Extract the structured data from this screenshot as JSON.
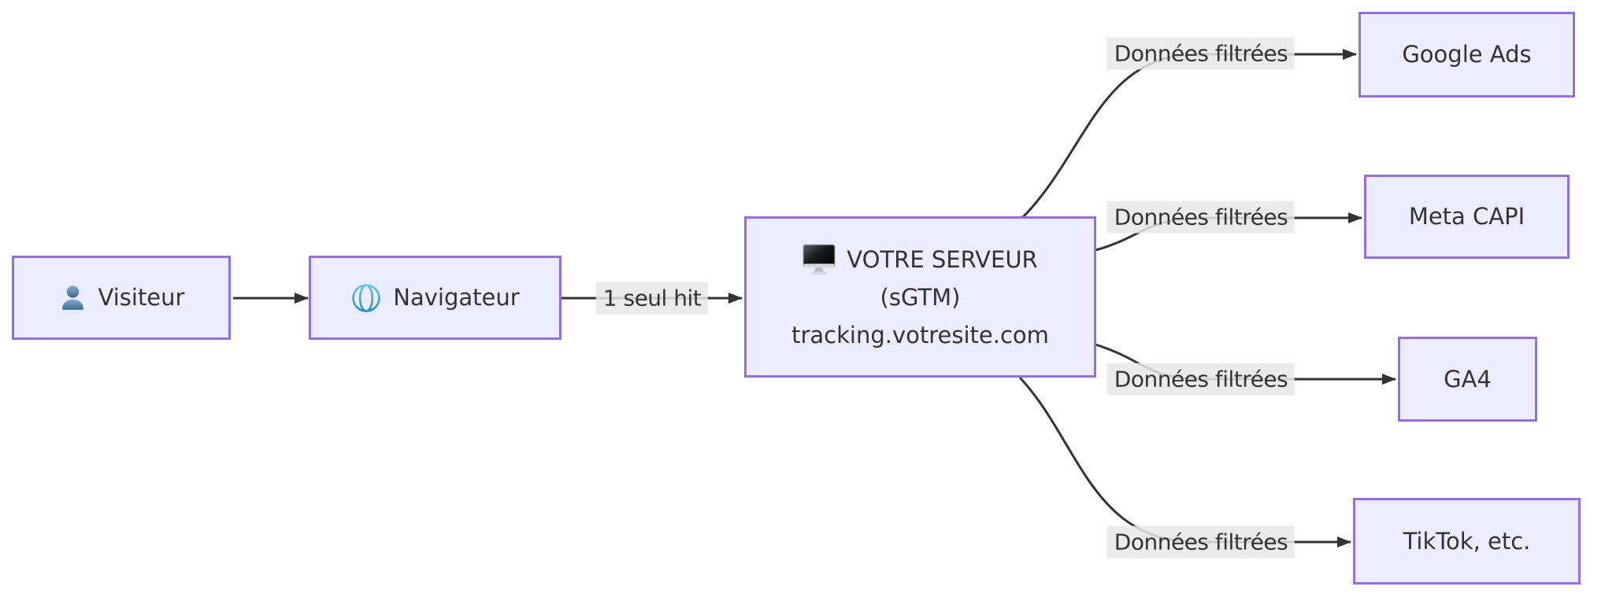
{
  "diagram": {
    "type": "flowchart-left-to-right",
    "colors": {
      "background": "#FFFFFF",
      "node_fill": "#ECECFF",
      "node_border": "#9370DB",
      "text": "#333333",
      "edge": "#333333",
      "edge_label_bg": "#E8E8E8"
    },
    "nodes": {
      "visiteur": {
        "label": "Visiteur",
        "icon": "user-icon"
      },
      "navigateur": {
        "label": "Navigateur",
        "icon": "globe-icon"
      },
      "serveur": {
        "icon": "desktop-icon",
        "line1": "VOTRE SERVEUR",
        "line2": "(sGTM)",
        "line3": "tracking.votresite.com"
      },
      "google_ads": {
        "label": "Google Ads"
      },
      "meta_capi": {
        "label": "Meta CAPI"
      },
      "ga4": {
        "label": "GA4"
      },
      "tiktok": {
        "label": "TikTok, etc."
      }
    },
    "edges": [
      {
        "from": "visiteur",
        "to": "navigateur",
        "label": ""
      },
      {
        "from": "navigateur",
        "to": "serveur",
        "label": "1 seul hit"
      },
      {
        "from": "serveur",
        "to": "google_ads",
        "label": "Données filtrées"
      },
      {
        "from": "serveur",
        "to": "meta_capi",
        "label": "Données filtrées"
      },
      {
        "from": "serveur",
        "to": "ga4",
        "label": "Données filtrées"
      },
      {
        "from": "serveur",
        "to": "tiktok",
        "label": "Données filtrées"
      }
    ]
  }
}
